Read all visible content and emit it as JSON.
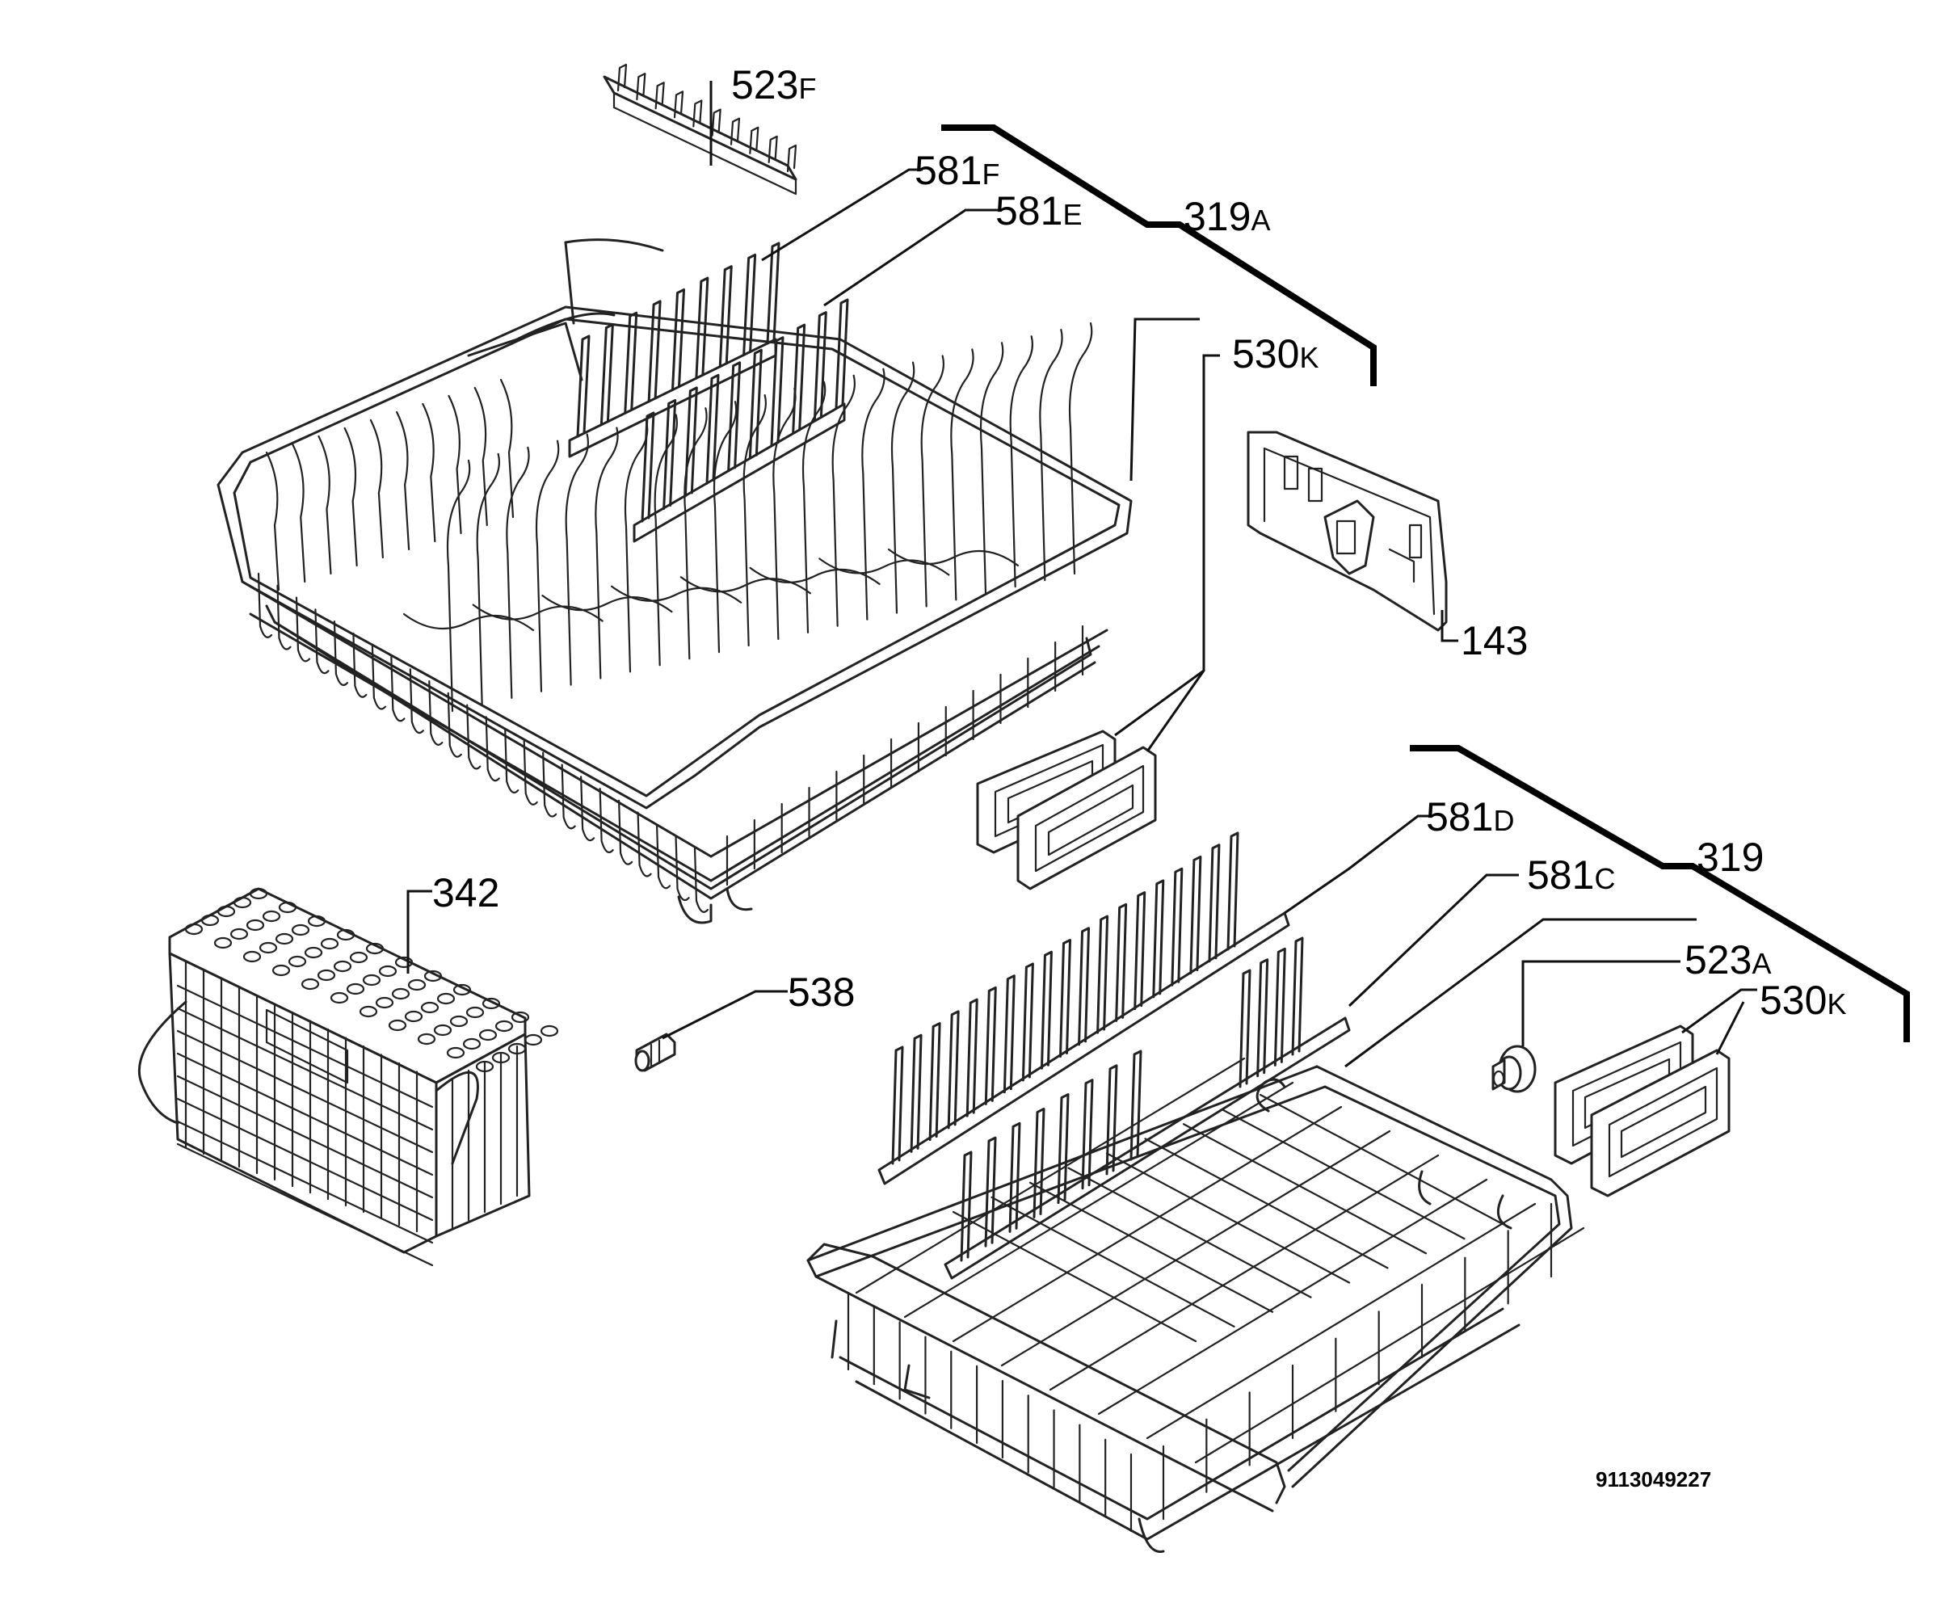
{
  "labels": {
    "l523F": {
      "num": "523",
      "sfx": "F"
    },
    "l581F": {
      "num": "581",
      "sfx": "F"
    },
    "l581E": {
      "num": "581",
      "sfx": "E"
    },
    "l319A": {
      "num": "319",
      "sfx": "A"
    },
    "l530K_top": {
      "num": "530",
      "sfx": "K"
    },
    "l143": {
      "num": "143",
      "sfx": ""
    },
    "l342": {
      "num": "342",
      "sfx": ""
    },
    "l538": {
      "num": "538",
      "sfx": ""
    },
    "l581D": {
      "num": "581",
      "sfx": "D"
    },
    "l581C": {
      "num": "581",
      "sfx": "C"
    },
    "l319": {
      "num": "319",
      "sfx": ""
    },
    "l523A": {
      "num": "523",
      "sfx": "A"
    },
    "l530K_bot": {
      "num": "530",
      "sfx": "K"
    }
  },
  "diagram_code": "9113049227"
}
